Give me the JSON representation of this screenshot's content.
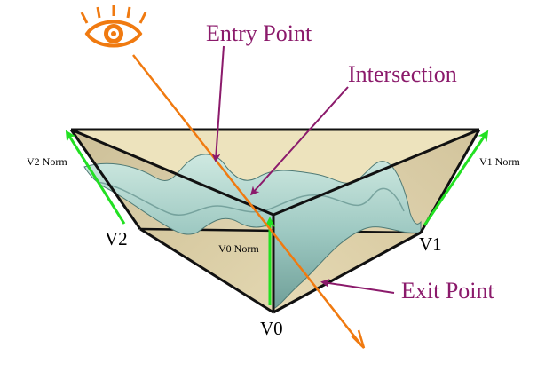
{
  "colors": {
    "callout": "#8b1a6b",
    "ray": "#f07a10",
    "normal": "#22e022",
    "edge": "#111111",
    "wall": "#d8caa0",
    "top_face": "#ece1b8",
    "surface": "#9ec9c2",
    "surface_shadow": "#5f8f8a",
    "eye": "#f07a10"
  },
  "labels": {
    "entry_point": "Entry Point",
    "intersection": "Intersection",
    "exit_point": "Exit Point",
    "v0": "V0",
    "v1": "V1",
    "v2": "V2",
    "v0_norm": "V0 Norm",
    "v1_norm": "V1 Norm",
    "v2_norm": "V2 Norm"
  },
  "icons": {
    "eye": "eye-icon"
  }
}
